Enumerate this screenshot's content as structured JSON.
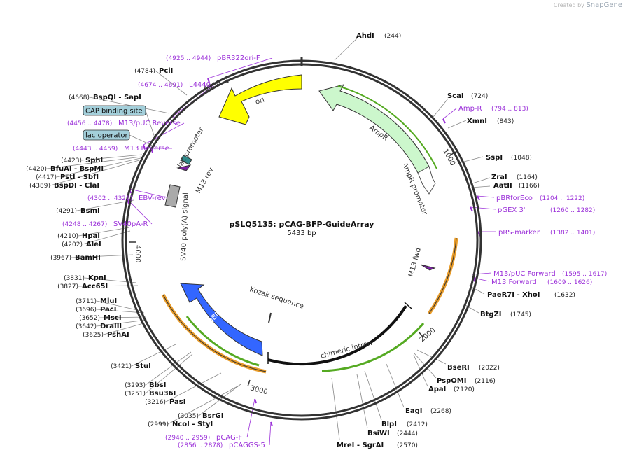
{
  "credit": {
    "created_by": "Created by",
    "brand": "SnapGene"
  },
  "plasmid": {
    "name": "pSLQ5135: pCAG-BFP-GuideArray",
    "size": "5433 bp"
  },
  "ticks": [
    "1000",
    "2000",
    "3000",
    "4000",
    "5000"
  ],
  "sites": [
    {
      "name": "AhdI",
      "pos": "(244)",
      "pos_first": false
    },
    {
      "name": "ScaI",
      "pos": "(724)",
      "pos_first": false
    },
    {
      "name": "XmnI",
      "pos": "(843)",
      "pos_first": false
    },
    {
      "name": "SspI",
      "pos": "(1048)",
      "pos_first": false
    },
    {
      "name": "ZraI",
      "pos": "(1164)",
      "pos_first": false
    },
    {
      "name": "AatII",
      "pos": "(1166)",
      "pos_first": false
    },
    {
      "name": "PaeR7I  - XhoI",
      "pos": "(1632)",
      "pos_first": false
    },
    {
      "name": "BtgZI",
      "pos": "(1745)",
      "pos_first": false
    },
    {
      "name": "BseRI",
      "pos": "(2022)",
      "pos_first": false
    },
    {
      "name": "PspOMI",
      "pos": "(2116)",
      "pos_first": false
    },
    {
      "name": "ApaI",
      "pos": "(2120)",
      "pos_first": false
    },
    {
      "name": "EagI",
      "pos": "(2268)",
      "pos_first": false
    },
    {
      "name": "BlpI",
      "pos": "(2412)",
      "pos_first": false
    },
    {
      "name": "BsiWI",
      "pos": "(2444)",
      "pos_first": false
    },
    {
      "name": "MreI  - SgrAI",
      "pos": "(2570)",
      "pos_first": false
    },
    {
      "name": "BsrGI",
      "pos": "(3035)",
      "pos_first": true
    },
    {
      "name": "NcoI  - StyI",
      "pos": "(2999)",
      "pos_first": true
    },
    {
      "name": "BbsI",
      "pos": "(3293)",
      "pos_first": true
    },
    {
      "name": "Bsu36I",
      "pos": "(3251)",
      "pos_first": true
    },
    {
      "name": "PasI",
      "pos": "(3216)",
      "pos_first": true
    },
    {
      "name": "StuI",
      "pos": "(3421)",
      "pos_first": true
    },
    {
      "name": "MluI",
      "pos": "(3711)",
      "pos_first": true
    },
    {
      "name": "PacI",
      "pos": "(3696)",
      "pos_first": true
    },
    {
      "name": "MscI",
      "pos": "(3652)",
      "pos_first": true
    },
    {
      "name": "DraIII",
      "pos": "(3642)",
      "pos_first": true
    },
    {
      "name": "PshAI",
      "pos": "(3625)",
      "pos_first": true
    },
    {
      "name": "KpnI",
      "pos": "(3831)",
      "pos_first": true
    },
    {
      "name": "Acc65I",
      "pos": "(3827)",
      "pos_first": true
    },
    {
      "name": "BamHI",
      "pos": "(3967)",
      "pos_first": true
    },
    {
      "name": "HpaI",
      "pos": "(4210)",
      "pos_first": true
    },
    {
      "name": "AleI",
      "pos": "(4202)",
      "pos_first": true
    },
    {
      "name": "BsmI",
      "pos": "(4291)",
      "pos_first": true
    },
    {
      "name": "SphI",
      "pos": "(4423)",
      "pos_first": true
    },
    {
      "name": "BfuAI  - BspMI",
      "pos": "(4420)",
      "pos_first": true
    },
    {
      "name": "PstI  - SbfI",
      "pos": "(4417)",
      "pos_first": true
    },
    {
      "name": "BspDI  - ClaI",
      "pos": "(4389)",
      "pos_first": true
    },
    {
      "name": "BspQI  - SapI",
      "pos": "(4668)",
      "pos_first": true
    },
    {
      "name": "PciI",
      "pos": "(4784)",
      "pos_first": true
    }
  ],
  "primers": [
    {
      "name": "Amp-R",
      "range": "(794 .. 813)",
      "name_first": true
    },
    {
      "name": "pBRforEco",
      "range": "(1204 .. 1222)",
      "name_first": true
    },
    {
      "name": "pGEX 3'",
      "range": "(1260 .. 1282)",
      "name_first": true
    },
    {
      "name": "pRS-marker",
      "range": "(1382 .. 1401)",
      "name_first": true
    },
    {
      "name": "M13/pUC Forward",
      "range": "(1595 .. 1617)",
      "name_first": true
    },
    {
      "name": "M13 Forward",
      "range": "(1609 .. 1626)",
      "name_first": true
    },
    {
      "name": "pCAG-F",
      "range": "(2940 .. 2959)",
      "name_first": false
    },
    {
      "name": "pCAGGS-5",
      "range": "(2856 .. 2878)",
      "name_first": false
    },
    {
      "name": "EBV-rev",
      "range": "(4302 .. 4321)",
      "name_first": false
    },
    {
      "name": "SV40pA-R",
      "range": "(4248 .. 4267)",
      "name_first": false
    },
    {
      "name": "M13 Reverse",
      "range": "(4443 .. 4459)",
      "name_first": false
    },
    {
      "name": "M13/pUC Reverse",
      "range": "(4456 .. 4478)",
      "name_first": false
    },
    {
      "name": "L4440",
      "range": "(4674 .. 4691)",
      "name_first": false
    },
    {
      "name": "pBR322ori-F",
      "range": "(4925 .. 4944)",
      "name_first": false
    }
  ],
  "boxed_labels": [
    {
      "text": "CAP binding site"
    },
    {
      "text": "lac operator"
    }
  ],
  "features": {
    "ori": "ori",
    "ampr": "AmpR",
    "ampr_promoter": "AmpR promoter",
    "m13_fwd": "M13 fwd",
    "chimeric_intron": "chimeric intron",
    "tagbfp": "TagBFP",
    "kozak": "Kozak sequence",
    "sv40": "SV40 poly(A) signal",
    "lac_promoter": "lac promoter",
    "m13_rev": "M13 rev"
  },
  "colors": {
    "backbone": "#333333",
    "site_label": "#111111",
    "site_pos": "#222222",
    "primer": "#9b30d9",
    "ori": "#ffff00",
    "ampr": "#ccf7cc",
    "tagbfp": "#3366ff",
    "sv40": "#aaaaaa",
    "box_fill": "#a3cfda",
    "primer_strand_green": "#55aa22",
    "primer_strand_orange": "#e89b28"
  }
}
